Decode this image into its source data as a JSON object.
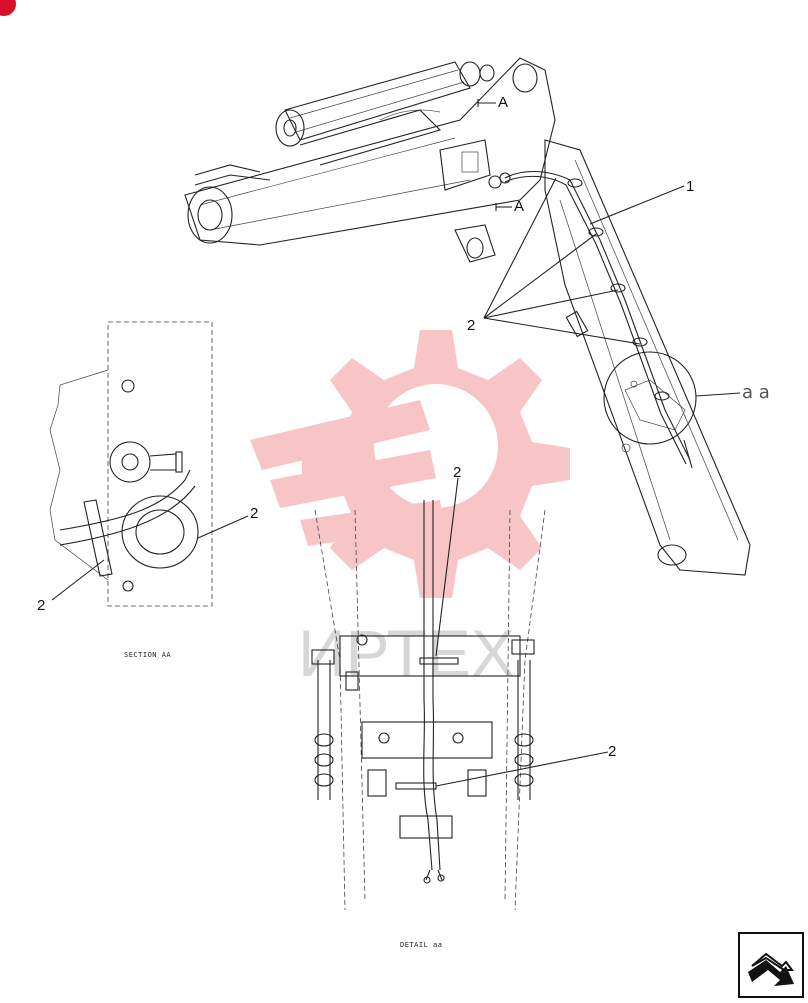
{
  "callouts": {
    "part_1": "1",
    "part_2": "2",
    "view_marker_a_top": "A",
    "view_marker_a_mid": "A",
    "detail_marker": "a a"
  },
  "captions": {
    "section": "SECTION AA",
    "detail": "DETAIL aa"
  },
  "watermark": {
    "text": "ИРТЕХ",
    "color": "#e8333a"
  },
  "colors": {
    "accent": "#d8102a",
    "line": "#222222"
  },
  "icons": {
    "next_page": "next-page-arrow-icon",
    "brand_dot": "brand-dot-icon"
  }
}
